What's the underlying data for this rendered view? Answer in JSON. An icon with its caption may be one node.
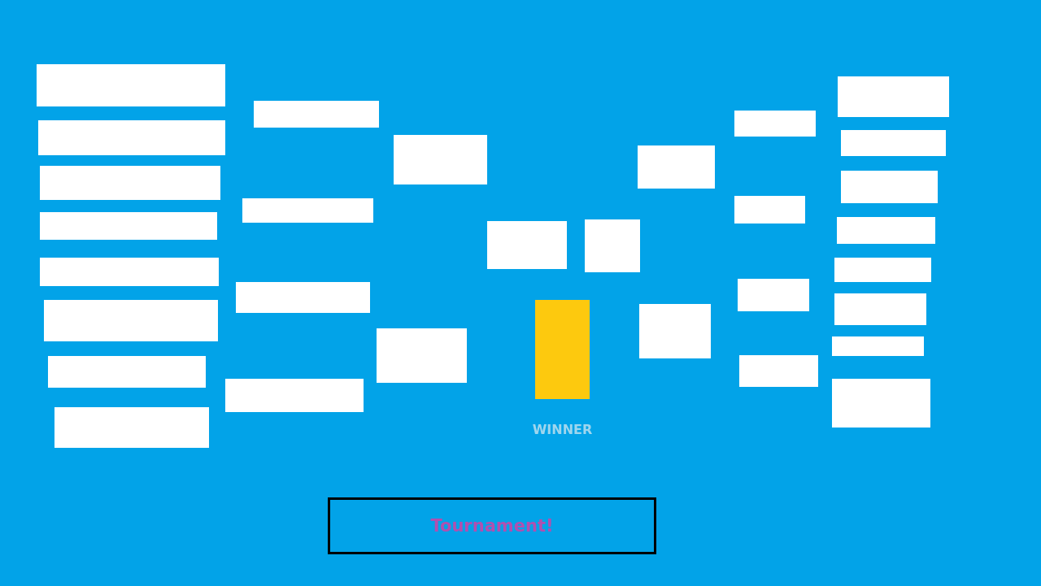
{
  "diagram": {
    "nodes": [
      {
        "text": [],
        "shape": "box"
      },
      {
        "text": [],
        "shape": "box"
      },
      {
        "text": [],
        "shape": "box"
      },
      {
        "text": [],
        "shape": "box"
      },
      {
        "text": [],
        "shape": "box"
      },
      {
        "text": [],
        "shape": "box"
      },
      {
        "text": [],
        "shape": "box"
      },
      {
        "text": [],
        "shape": "box"
      },
      {
        "text": [],
        "shape": "box"
      },
      {
        "text": [],
        "shape": "box"
      },
      {
        "text": [],
        "shape": "box"
      },
      {
        "text": [],
        "shape": "box"
      },
      {
        "text": [],
        "shape": "box"
      },
      {
        "text": [],
        "shape": "box"
      },
      {
        "text": [],
        "shape": "box"
      },
      {
        "text": [],
        "shape": "box"
      },
      {
        "text": [],
        "shape": "box",
        "beside": [
          "WINNER"
        ]
      },
      {
        "text": [],
        "shape": "box"
      },
      {
        "text": [],
        "shape": "box"
      },
      {
        "text": [],
        "shape": "box"
      },
      {
        "text": [],
        "shape": "box"
      },
      {
        "text": [],
        "shape": "box"
      },
      {
        "text": [],
        "shape": "box"
      },
      {
        "text": [],
        "shape": "box"
      },
      {
        "text": [],
        "shape": "box"
      },
      {
        "text": [],
        "shape": "box"
      },
      {
        "text": [],
        "shape": "box"
      },
      {
        "text": [],
        "shape": "box"
      },
      {
        "text": [],
        "shape": "box"
      },
      {
        "text": [],
        "shape": "box"
      },
      {
        "text": [],
        "shape": "box"
      },
      {
        "text": [
          "Tournament!"
        ]
      }
    ]
  }
}
